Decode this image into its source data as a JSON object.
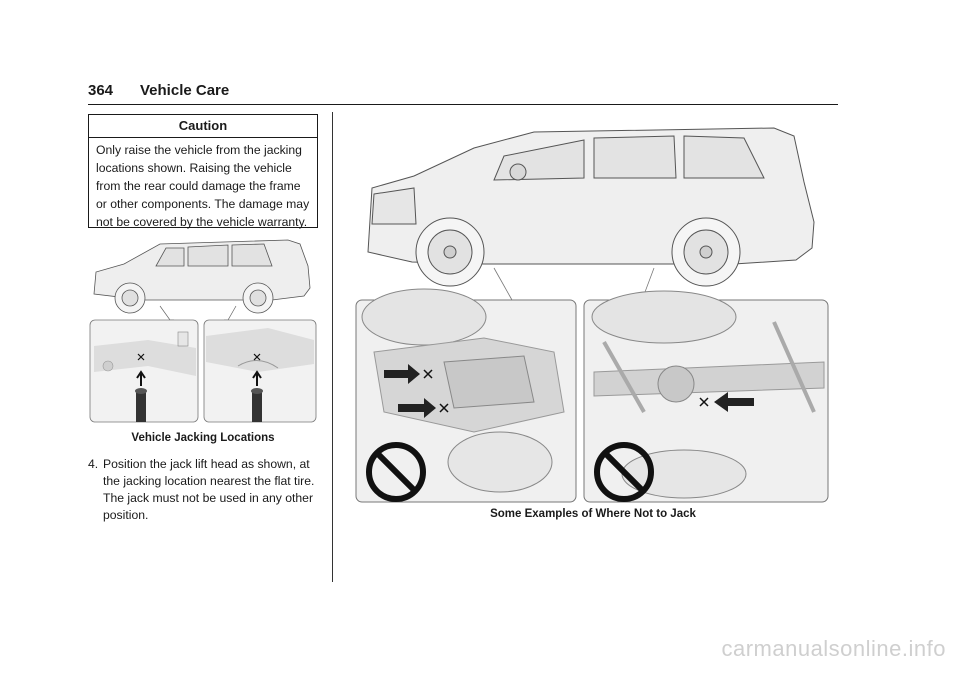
{
  "header": {
    "page_number": "364",
    "section": "Vehicle Care"
  },
  "caution": {
    "heading": "Caution",
    "text": "Only raise the vehicle from the jacking locations shown. Raising the vehicle from the rear could damage the frame or other components. The damage may not be covered by the vehicle warranty."
  },
  "figures": {
    "jacking_locations": {
      "caption": "Vehicle Jacking Locations"
    },
    "where_not_to_jack": {
      "caption": "Some Examples of Where Not to Jack"
    }
  },
  "step": {
    "number": "4.",
    "text": "Position the jack lift head as shown, at the jacking location nearest the flat tire. The jack must not be used in any other position."
  },
  "watermark": "carmanualsonline.info"
}
